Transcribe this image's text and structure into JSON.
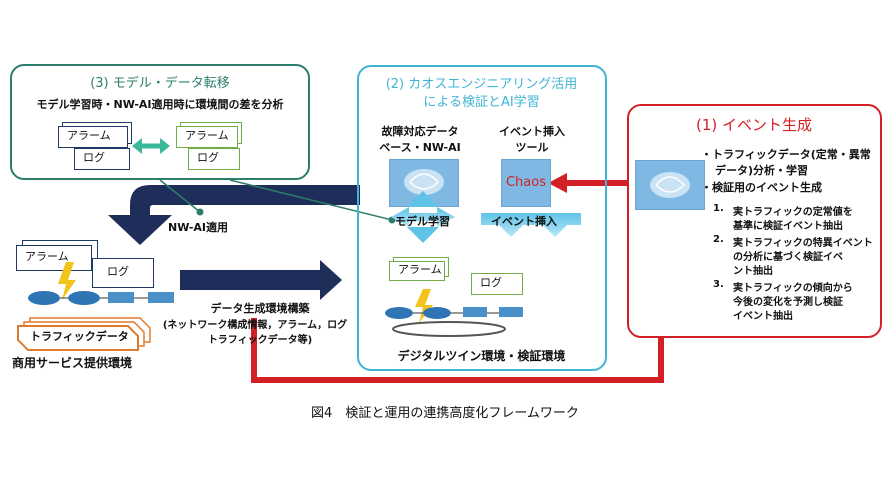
{
  "box3": {
    "title": "(3) モデル・データ転移",
    "subtitle": "モデル学習時・NW-AI適用時に環境間の差を分析",
    "doc_alarm": "アラーム",
    "doc_log": "ログ"
  },
  "box2": {
    "title_line1": "(2) カオスエンジニアリング活用",
    "title_line2": "による検証とAI学習",
    "db_line1": "故障対応データ",
    "db_line2": "ベース・NW-AI",
    "tool_line1": "イベント挿入",
    "tool_line2": "ツール",
    "chaos": "Chaos",
    "model_learning": "モデル学習",
    "event_insert": "イベント挿入",
    "doc_alarm": "アラーム",
    "doc_log": "ログ",
    "footer": "デジタルツイン環境・検証環境"
  },
  "box1": {
    "title": "(1) イベント生成",
    "bullet1_line1": "・トラフィックデータ(定常・異常",
    "bullet1_line2": "データ)分析・学習",
    "bullet2": "・検証用のイベント生成",
    "item1_num": "1.",
    "item1_line1": "実トラフィックの定常値を",
    "item1_line2": "基準に検証イベント抽出",
    "item2_num": "2.",
    "item2_line1": "実トラフィックの特異イベント",
    "item2_line2": "の分析に基づく検証イベ",
    "item2_line3": "ント抽出",
    "item3_num": "3.",
    "item3_line1": "実トラフィックの傾向から",
    "item3_line2": "今後の変化を予測し検証",
    "item3_line3": "イベント抽出"
  },
  "commercial": {
    "nwai_label": "NW-AI適用",
    "doc_alarm": "アラーム",
    "doc_log": "ログ",
    "traffic": "トラフィックデータ",
    "label": "商用サービス提供環境"
  },
  "middle": {
    "line1": "データ生成環境構築",
    "line2": "(ネットワーク構成情報，アラーム，ログ",
    "line3": "トラフィックデータ等)"
  },
  "caption": "図4　検証と運用の連携高度化フレームワーク",
  "colors": {
    "green": "#2e7d6b",
    "cyan": "#3fb4d4",
    "red": "#d32027",
    "navy": "#1f2d5a",
    "orange": "#e07b2e",
    "light_green": "#70ad47"
  }
}
